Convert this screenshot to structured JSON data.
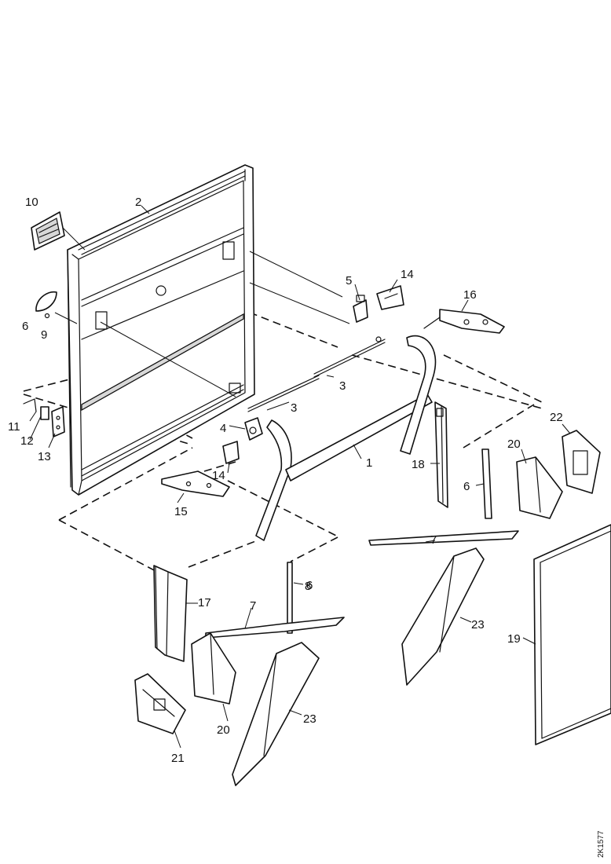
{
  "callouts": {
    "c1": "1",
    "c2": "2",
    "c3a": "3",
    "c3b": "3",
    "c4": "4",
    "c5": "5",
    "c6a": "6",
    "c6b": "6",
    "c6c": "6",
    "c7a": "7",
    "c7b": "7",
    "c8": "8",
    "c9": "9",
    "c10": "10",
    "c11": "11",
    "c12": "12",
    "c13": "13",
    "c14a": "14",
    "c14b": "14",
    "c15": "15",
    "c16": "16",
    "c17": "17",
    "c18": "18",
    "c19": "19",
    "c20a": "20",
    "c20b": "20",
    "c21": "21",
    "c22": "22",
    "c23a": "23",
    "c23b": "23"
  },
  "drawing_code": "2K1577"
}
